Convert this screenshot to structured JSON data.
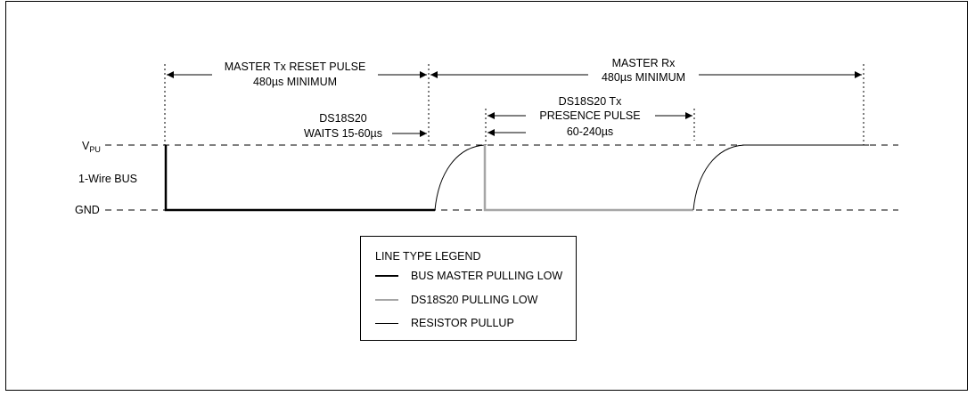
{
  "diagram": {
    "labels": {
      "vpu_main": "V",
      "vpu_sub": "PU",
      "bus": "1-Wire BUS",
      "gnd": "GND"
    },
    "annotations": {
      "reset_line1": "MASTER Tx RESET PULSE",
      "reset_line2": "480µs MINIMUM",
      "rx_line1": "MASTER Rx",
      "rx_line2": "480µs MINIMUM",
      "wait_line1": "DS18S20",
      "wait_line2": "WAITS 15-60µs",
      "presence_line1": "DS18S20 Tx",
      "presence_line2": "PRESENCE PULSE",
      "presence_line3": "60-240µs"
    },
    "colors": {
      "bus_master": "#000000",
      "ds18s20": "#a6a6a6",
      "pullup": "#000000"
    }
  },
  "legend": {
    "title": "LINE TYPE LEGEND",
    "items": [
      {
        "label": "BUS MASTER PULLING LOW",
        "style": "thick-black"
      },
      {
        "label": "DS18S20 PULLING LOW",
        "style": "thick-gray"
      },
      {
        "label": "RESISTOR PULLUP",
        "style": "thin-black"
      }
    ]
  }
}
